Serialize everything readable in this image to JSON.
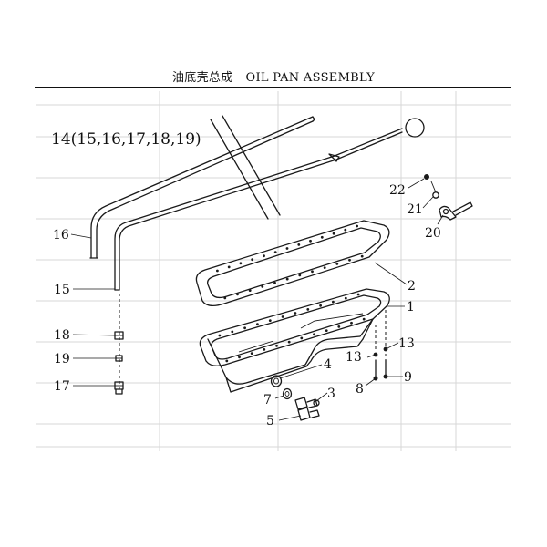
{
  "title": {
    "chinese": "油底壳总成",
    "english": "OIL PAN ASSEMBLY"
  },
  "group_label": "14(15,16,17,18,19)",
  "callouts": [
    {
      "id": "16",
      "text": "16"
    },
    {
      "id": "15",
      "text": "15"
    },
    {
      "id": "18",
      "text": "18"
    },
    {
      "id": "19",
      "text": "19"
    },
    {
      "id": "17",
      "text": "17"
    },
    {
      "id": "2",
      "text": "2"
    },
    {
      "id": "1",
      "text": "1"
    },
    {
      "id": "13a",
      "text": "13"
    },
    {
      "id": "13b",
      "text": "13"
    },
    {
      "id": "9",
      "text": "9"
    },
    {
      "id": "8",
      "text": "8"
    },
    {
      "id": "4",
      "text": "4"
    },
    {
      "id": "7",
      "text": "7"
    },
    {
      "id": "3",
      "text": "3"
    },
    {
      "id": "5",
      "text": "5"
    },
    {
      "id": "22",
      "text": "22"
    },
    {
      "id": "21",
      "text": "21"
    },
    {
      "id": "20",
      "text": "20"
    }
  ],
  "colors": {
    "ink": "#1a1a1a",
    "ghost": "#d7d7d7",
    "background": "#ffffff"
  }
}
